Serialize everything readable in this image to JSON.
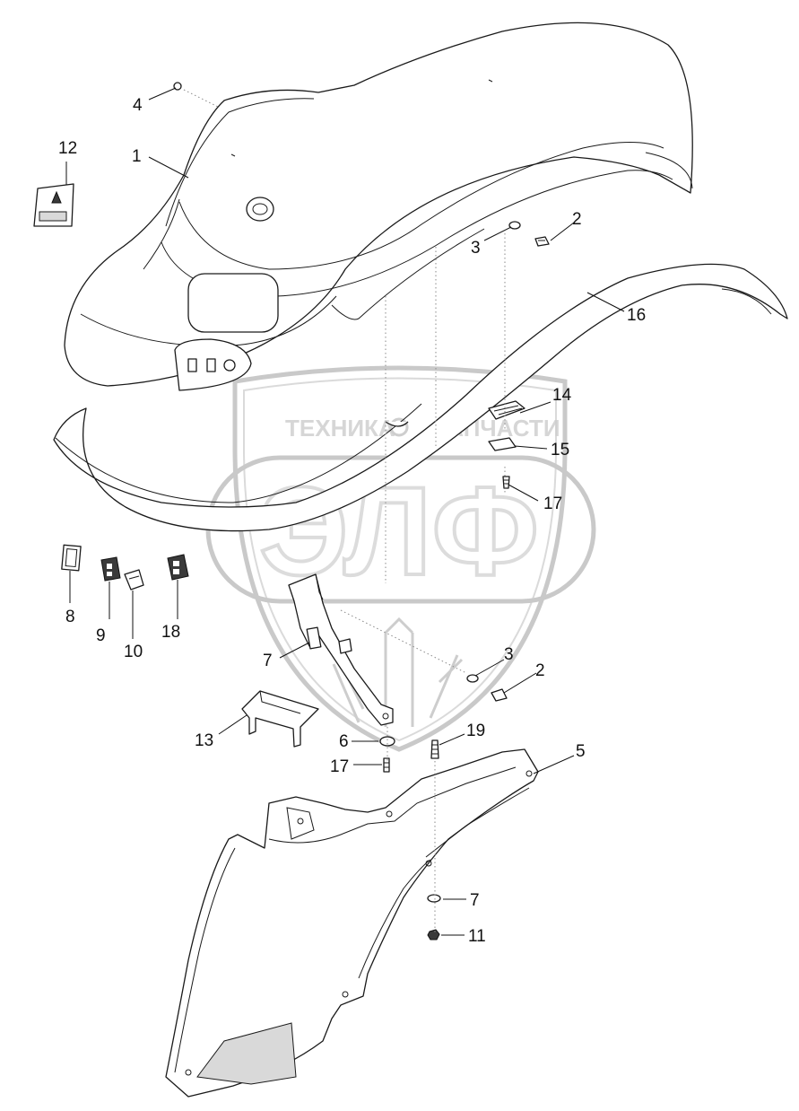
{
  "diagram": {
    "callouts": [
      {
        "id": "c1",
        "label": "1"
      },
      {
        "id": "c2a",
        "label": "2"
      },
      {
        "id": "c2b",
        "label": "2"
      },
      {
        "id": "c3a",
        "label": "3"
      },
      {
        "id": "c3b",
        "label": "3"
      },
      {
        "id": "c4",
        "label": "4"
      },
      {
        "id": "c5",
        "label": "5"
      },
      {
        "id": "c6",
        "label": "6"
      },
      {
        "id": "c7a",
        "label": "7"
      },
      {
        "id": "c7b",
        "label": "7"
      },
      {
        "id": "c8",
        "label": "8"
      },
      {
        "id": "c9",
        "label": "9"
      },
      {
        "id": "c10",
        "label": "10"
      },
      {
        "id": "c11",
        "label": "11"
      },
      {
        "id": "c12",
        "label": "12"
      },
      {
        "id": "c13",
        "label": "13"
      },
      {
        "id": "c14",
        "label": "14"
      },
      {
        "id": "c15",
        "label": "15"
      },
      {
        "id": "c16",
        "label": "16"
      },
      {
        "id": "c17a",
        "label": "17"
      },
      {
        "id": "c17b",
        "label": "17"
      },
      {
        "id": "c18",
        "label": "18"
      },
      {
        "id": "c19",
        "label": "19"
      }
    ]
  },
  "watermark": {
    "left_text": "ТЕХНИКА",
    "right_text": "ЗАПЧАСТИ",
    "logo_text": "ЭЛФ"
  },
  "colors": {
    "line": "#1a1a1a",
    "watermark": "#bdbdbd",
    "background": "#ffffff"
  }
}
